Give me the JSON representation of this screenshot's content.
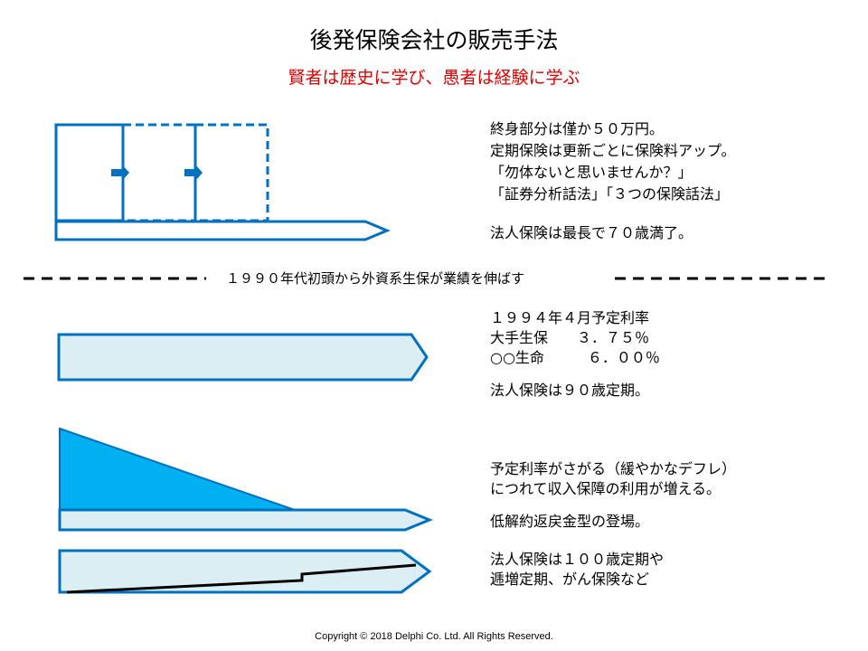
{
  "title": "後発保険会社の販売手法",
  "subtitle": "賢者は歴史に学び、愚者は経験に学ぶ",
  "section1": {
    "lines": [
      "終身部分は僅か５０万円。",
      "定期保険は更新ごとに保険料アップ。",
      "「勿体ないと思いませんか？」",
      "「証券分析話法」「３つの保険話法」"
    ],
    "note": "法人保険は最長で７０歳満了。"
  },
  "divider_text": "１９９０年代初頭から外資系生保が業績を伸ばす",
  "section2": {
    "lines": [
      "１９９４年４月予定利率",
      "大手生保　　３．７５％",
      "○○生命　　　６．００％"
    ],
    "note": "法人保険は９０歳定期。"
  },
  "section3": {
    "lines": [
      "予定利率がさがる（緩やかなデフレ）",
      "につれて収入保障の利用が増える。"
    ],
    "note": "低解約返戻金型の登場。"
  },
  "section4": {
    "lines": [
      "法人保険は１００歳定期や",
      "逓増定期、がん保険など"
    ]
  },
  "footer": "Copyright © 2018  Delphi Co. Ltd. All Rights Reserved.",
  "colors": {
    "blue": "#0070c0",
    "light": "#dbeef4",
    "cyan": "#00b0f0",
    "red": "#e00000"
  }
}
